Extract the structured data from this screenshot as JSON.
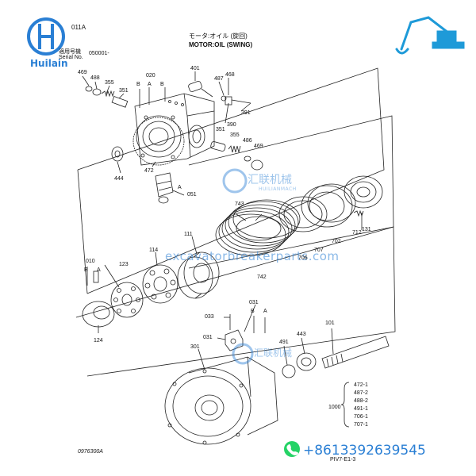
{
  "header": {
    "code": "011A",
    "applicable_jp": "適用号機",
    "serial_label": "Serial No.",
    "serial_value": "050001-",
    "title_jp": "モータ:オイル (旋回)",
    "title_en": "MOTOR:OIL (SWING)"
  },
  "brand": {
    "name": "Huilain",
    "watermark_url": "excavatorbreakerparts.com",
    "watermark_cn": "汇联机械",
    "watermark_cn2": "汇联机械",
    "watermark_py": "HUILIANMACH",
    "phone": "+8613392639545",
    "brand_color": "#2a7fd4",
    "whatsapp_color": "#25d366"
  },
  "part_numbers": [
    {
      "id": "469a",
      "text": "469"
    },
    {
      "id": "488a",
      "text": "488"
    },
    {
      "id": "355a",
      "text": "355"
    },
    {
      "id": "351a",
      "text": "351"
    },
    {
      "id": "020",
      "text": "020"
    },
    {
      "id": "B1",
      "text": "B"
    },
    {
      "id": "A1",
      "text": "A"
    },
    {
      "id": "B2",
      "text": "B"
    },
    {
      "id": "401",
      "text": "401"
    },
    {
      "id": "487",
      "text": "487"
    },
    {
      "id": "468",
      "text": "468"
    },
    {
      "id": "391",
      "text": "391"
    },
    {
      "id": "390",
      "text": "390"
    },
    {
      "id": "351b",
      "text": "351"
    },
    {
      "id": "355b",
      "text": "355"
    },
    {
      "id": "486",
      "text": "486"
    },
    {
      "id": "469b",
      "text": "469"
    },
    {
      "id": "444",
      "text": "444"
    },
    {
      "id": "472",
      "text": "472"
    },
    {
      "id": "A2",
      "text": "A"
    },
    {
      "id": "051",
      "text": "051"
    },
    {
      "id": "743",
      "text": "743"
    },
    {
      "id": "702",
      "text": "702"
    },
    {
      "id": "712",
      "text": "712"
    },
    {
      "id": "131",
      "text": "131"
    },
    {
      "id": "707",
      "text": "707"
    },
    {
      "id": "706",
      "text": "706"
    },
    {
      "id": "111",
      "text": "111"
    },
    {
      "id": "114",
      "text": "114"
    },
    {
      "id": "742",
      "text": "742"
    },
    {
      "id": "010",
      "text": "010"
    },
    {
      "id": "B3",
      "text": "B"
    },
    {
      "id": "A3",
      "text": "A"
    },
    {
      "id": "123",
      "text": "123"
    },
    {
      "id": "124",
      "text": "124"
    },
    {
      "id": "031a",
      "text": "031"
    },
    {
      "id": "B4",
      "text": "B"
    },
    {
      "id": "A4",
      "text": "A"
    },
    {
      "id": "033",
      "text": "033"
    },
    {
      "id": "031b",
      "text": "031"
    },
    {
      "id": "491",
      "text": "491"
    },
    {
      "id": "443",
      "text": "443"
    },
    {
      "id": "101",
      "text": "101"
    },
    {
      "id": "301",
      "text": "301"
    }
  ],
  "kit": {
    "label": "1000",
    "items": [
      "472-1",
      "487-2",
      "488-2",
      "491-1",
      "706-1",
      "707-1"
    ]
  },
  "footer": {
    "drawing_no": "0976300A",
    "page_ref": "PIV7-E1-3"
  }
}
